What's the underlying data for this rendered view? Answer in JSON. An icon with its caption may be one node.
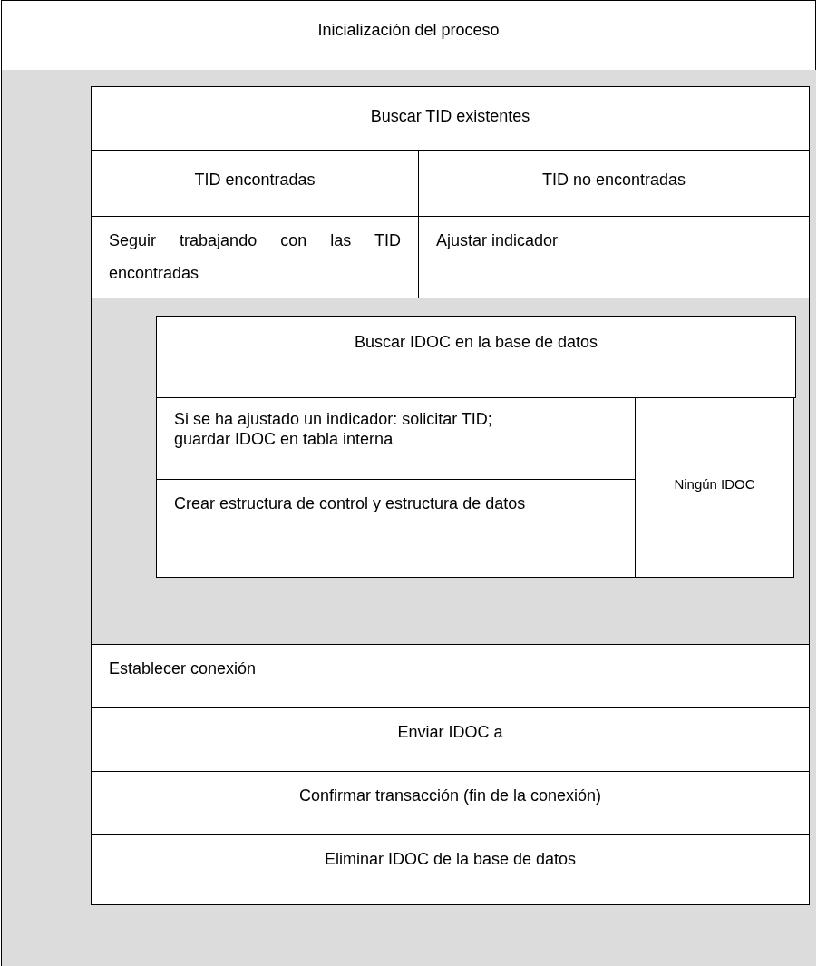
{
  "diagram": {
    "nodes": [
      {
        "text": [
          "Inicialización del proceso"
        ]
      },
      {
        "text": [],
        "shape": "box"
      },
      {
        "text": [
          "Buscar TID existentes"
        ],
        "in": 1
      },
      {
        "text": [
          "TID encontradas"
        ],
        "in": 1
      },
      {
        "text": [
          "TID no encontradas"
        ],
        "in": 1
      },
      {
        "text": [
          "Seguir trabajando con las TID encontradas"
        ],
        "in": 1
      },
      {
        "text": [
          "Ajustar indicador"
        ],
        "in": 1
      },
      {
        "text": [],
        "shape": "box",
        "in": 1
      },
      {
        "text": [
          "Buscar IDOC en la base de datos"
        ],
        "in": 7
      },
      {
        "text": [
          "Si se ha ajustado un indicador: solicitar TID; guardar IDOC en tabla interna"
        ],
        "in": 7
      },
      {
        "text": [
          "Crear estructura de control y estructura de datos"
        ],
        "in": 7
      },
      {
        "text": [
          "Ningún IDOC"
        ],
        "in": 7
      },
      {
        "text": [
          "Establecer conexión"
        ],
        "in": 1
      },
      {
        "text": [
          "Enviar IDOC a"
        ],
        "in": 1
      },
      {
        "text": [
          "Confirmar transacción (fin de la conexión)"
        ],
        "in": 1
      },
      {
        "text": [
          "Eliminar IDOC de la base de datos"
        ],
        "in": 1
      }
    ]
  }
}
